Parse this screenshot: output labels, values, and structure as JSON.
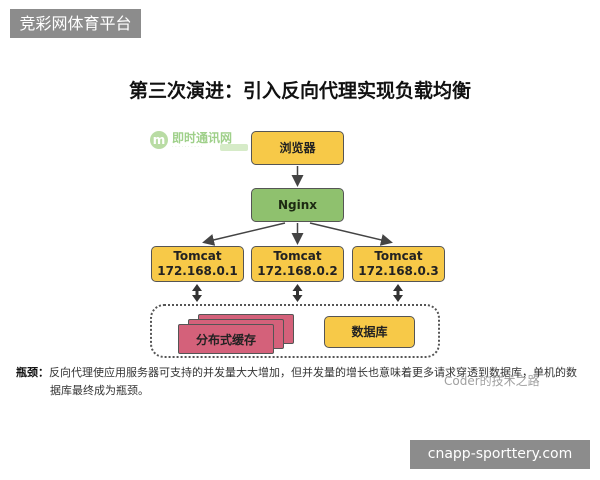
{
  "site_badge": "竞彩网体育平台",
  "title": "第三次演进：引入反向代理实现负载均衡",
  "logo": {
    "name": "即时通讯网"
  },
  "nodes": {
    "browser": "浏览器",
    "nginx": "Nginx",
    "tomcats": [
      {
        "name": "Tomcat",
        "ip": "172.168.0.1"
      },
      {
        "name": "Tomcat",
        "ip": "172.168.0.2"
      },
      {
        "name": "Tomcat",
        "ip": "172.168.0.3"
      }
    ],
    "cache": "分布式缓存",
    "database": "数据库"
  },
  "caption": {
    "label": "瓶颈：",
    "line1": "反向代理使应用服务器可支持的并发量大大增加，但并发量的增长也意味着更多请求穿透到数据库，单机的数",
    "line2": "据库最终成为瓶颈。"
  },
  "watermark": "Coder的技术之路",
  "footer_badge": "cnapp-sporttery.com",
  "colors": {
    "node_yellow": "#f7c948",
    "node_green": "#8fc16e",
    "cache_red": "#d4617a",
    "badge_gray": "#8c8c8c"
  }
}
